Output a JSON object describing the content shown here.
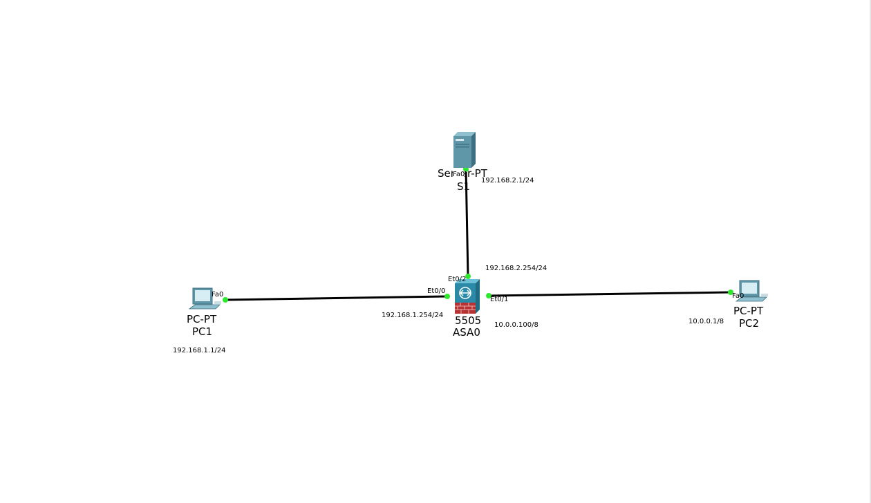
{
  "devices": {
    "server": {
      "type": "Server-PT",
      "name": "S1",
      "port": "Fa0",
      "ip": "192.168.2.1/24"
    },
    "firewall": {
      "model": "5505",
      "name": "ASA0",
      "ports": {
        "inside": {
          "port": "Et0/0",
          "ip": "192.168.1.254/24"
        },
        "outside": {
          "port": "Et0/1",
          "ip": "10.0.0.100/8"
        },
        "dmz": {
          "port": "Et0/2",
          "ip": "192.168.2.254/24"
        }
      }
    },
    "pc1": {
      "type": "PC-PT",
      "name": "PC1",
      "port": "Fa0",
      "ip": "192.168.1.1/24"
    },
    "pc2": {
      "type": "PC-PT",
      "name": "PC2",
      "port": "Fa0",
      "ip": "10.0.0.1/8"
    }
  },
  "colors": {
    "link": "#000000",
    "link_status_up": "#2ee82e",
    "firewall_body": "#2a8aa8",
    "firewall_brick": "#b83232",
    "server_body": "#5f97a8"
  }
}
